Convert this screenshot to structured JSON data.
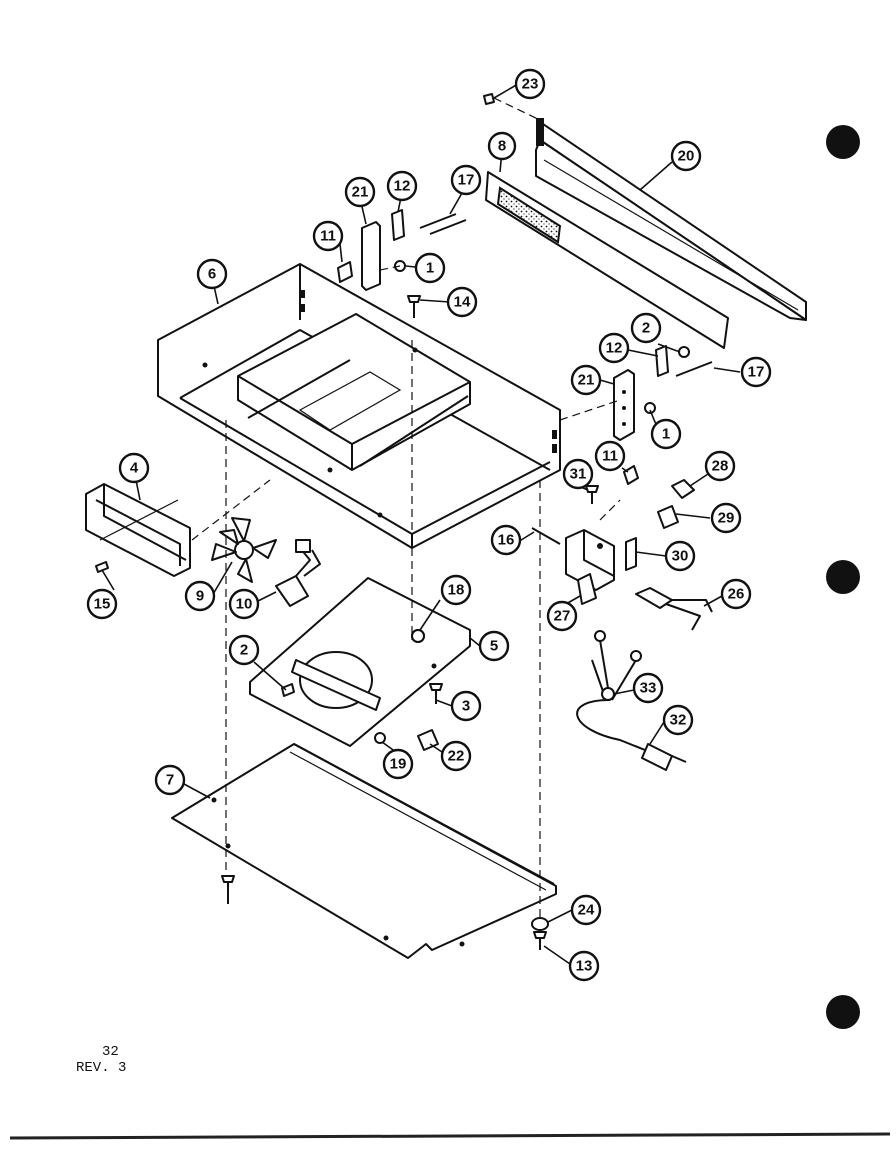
{
  "diagram": {
    "callouts": [
      {
        "id": "c23",
        "label": "23"
      },
      {
        "id": "c20",
        "label": "20"
      },
      {
        "id": "c8",
        "label": "8"
      },
      {
        "id": "c21a",
        "label": "21"
      },
      {
        "id": "c12a",
        "label": "12"
      },
      {
        "id": "c17a",
        "label": "17"
      },
      {
        "id": "c11a",
        "label": "11"
      },
      {
        "id": "c1a",
        "label": "1"
      },
      {
        "id": "c14",
        "label": "14"
      },
      {
        "id": "c6",
        "label": "6"
      },
      {
        "id": "c2a",
        "label": "2"
      },
      {
        "id": "c12b",
        "label": "12"
      },
      {
        "id": "c17b",
        "label": "17"
      },
      {
        "id": "c21b",
        "label": "21"
      },
      {
        "id": "c1b",
        "label": "1"
      },
      {
        "id": "c11b",
        "label": "11"
      },
      {
        "id": "c31",
        "label": "31"
      },
      {
        "id": "c28",
        "label": "28"
      },
      {
        "id": "c29",
        "label": "29"
      },
      {
        "id": "c16",
        "label": "16"
      },
      {
        "id": "c30",
        "label": "30"
      },
      {
        "id": "c4",
        "label": "4"
      },
      {
        "id": "c9",
        "label": "9"
      },
      {
        "id": "c10",
        "label": "10"
      },
      {
        "id": "c18",
        "label": "18"
      },
      {
        "id": "c5",
        "label": "5"
      },
      {
        "id": "c26",
        "label": "26"
      },
      {
        "id": "c27",
        "label": "27"
      },
      {
        "id": "c15",
        "label": "15"
      },
      {
        "id": "c2b",
        "label": "2"
      },
      {
        "id": "c3",
        "label": "3"
      },
      {
        "id": "c33",
        "label": "33"
      },
      {
        "id": "c32",
        "label": "32"
      },
      {
        "id": "c19",
        "label": "19"
      },
      {
        "id": "c22",
        "label": "22"
      },
      {
        "id": "c7",
        "label": "7"
      },
      {
        "id": "c24",
        "label": "24"
      },
      {
        "id": "c13",
        "label": "13"
      }
    ]
  },
  "page": {
    "page_number": "32",
    "revision": "REV. 3"
  }
}
